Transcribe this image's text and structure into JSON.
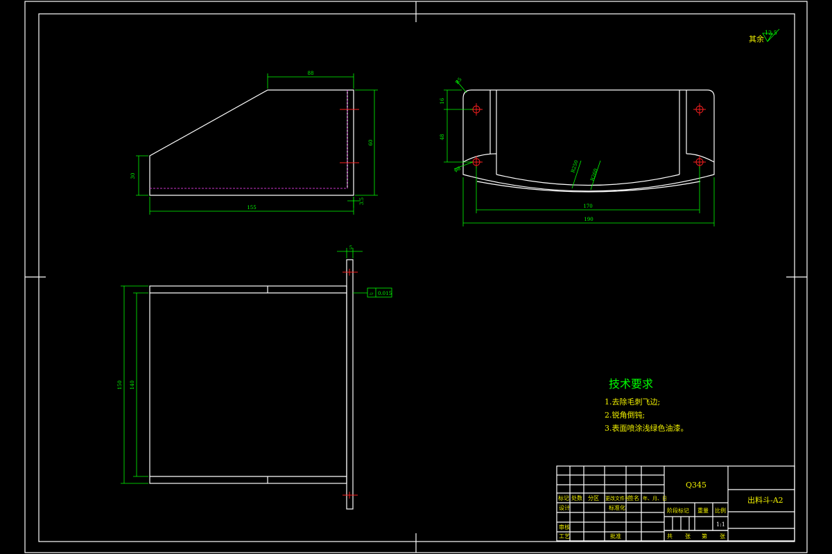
{
  "drawing": {
    "surface_finish": {
      "label": "其余",
      "ra": "12.5"
    },
    "tech_requirements": {
      "title": "技术要求",
      "items": [
        "1.去除毛刺飞边;",
        "2.锐角倒钝;",
        "3.表面喷涂浅绿色油漆。"
      ]
    },
    "dims": {
      "side_top_width": "88",
      "side_height": "60",
      "side_left_height": "30",
      "side_bottom_length": "155",
      "side_thickness": "3.5",
      "front_top_offset": "16",
      "front_hole_spacing": "48",
      "front_chamfer": "R5",
      "front_hole_dia": "φ8",
      "front_arc_outer": "R250",
      "front_arc_inner": "R260",
      "front_hole_span": "170",
      "front_overall_width": "190",
      "top_thickness": "5",
      "top_outer_height": "150",
      "top_inner_height": "140",
      "flatness_symbol": "⏥",
      "flatness_value": "0.015"
    },
    "title_block": {
      "material": "Q345",
      "drawing_name": "出料斗-A2",
      "scale": "1:1",
      "headers": [
        "标记",
        "处数",
        "分区",
        "更改文件号",
        "签名",
        "年、月、日"
      ],
      "design": "设计",
      "standardize": "标准化",
      "review": "审核",
      "process": "工艺",
      "approve": "批准",
      "stage_mark": "阶段标记",
      "weight": "重量",
      "ratio": "比例",
      "sheets": [
        "共",
        "张",
        "第",
        "张"
      ]
    }
  }
}
